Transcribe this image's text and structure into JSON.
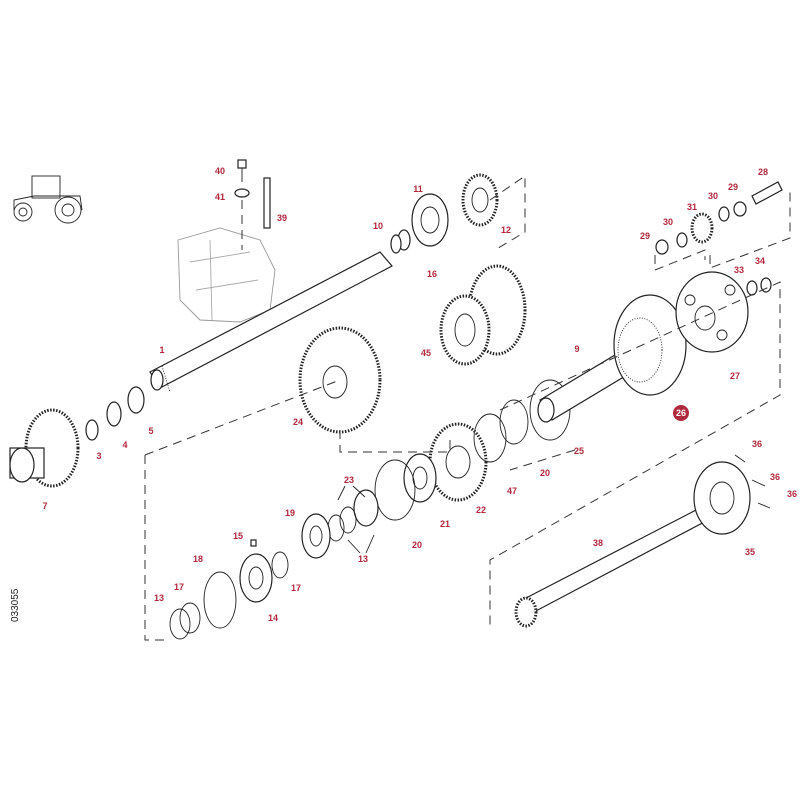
{
  "diagram": {
    "title": "Transmission shaft and gear assembly (exploded view)",
    "drawing_code": "033055",
    "highlighted_part": "26",
    "accent_color": "#b0283c",
    "callouts": [
      "40",
      "41",
      "39",
      "1",
      "10",
      "11",
      "16",
      "12",
      "45",
      "24",
      "3",
      "4",
      "5",
      "7",
      "9",
      "28",
      "29",
      "30",
      "31",
      "30",
      "29",
      "33",
      "34",
      "27",
      "26",
      "25",
      "20",
      "47",
      "22",
      "21",
      "20",
      "23",
      "13",
      "19",
      "15",
      "18",
      "17",
      "13",
      "14",
      "17",
      "36",
      "36",
      "36",
      "38",
      "35"
    ]
  }
}
